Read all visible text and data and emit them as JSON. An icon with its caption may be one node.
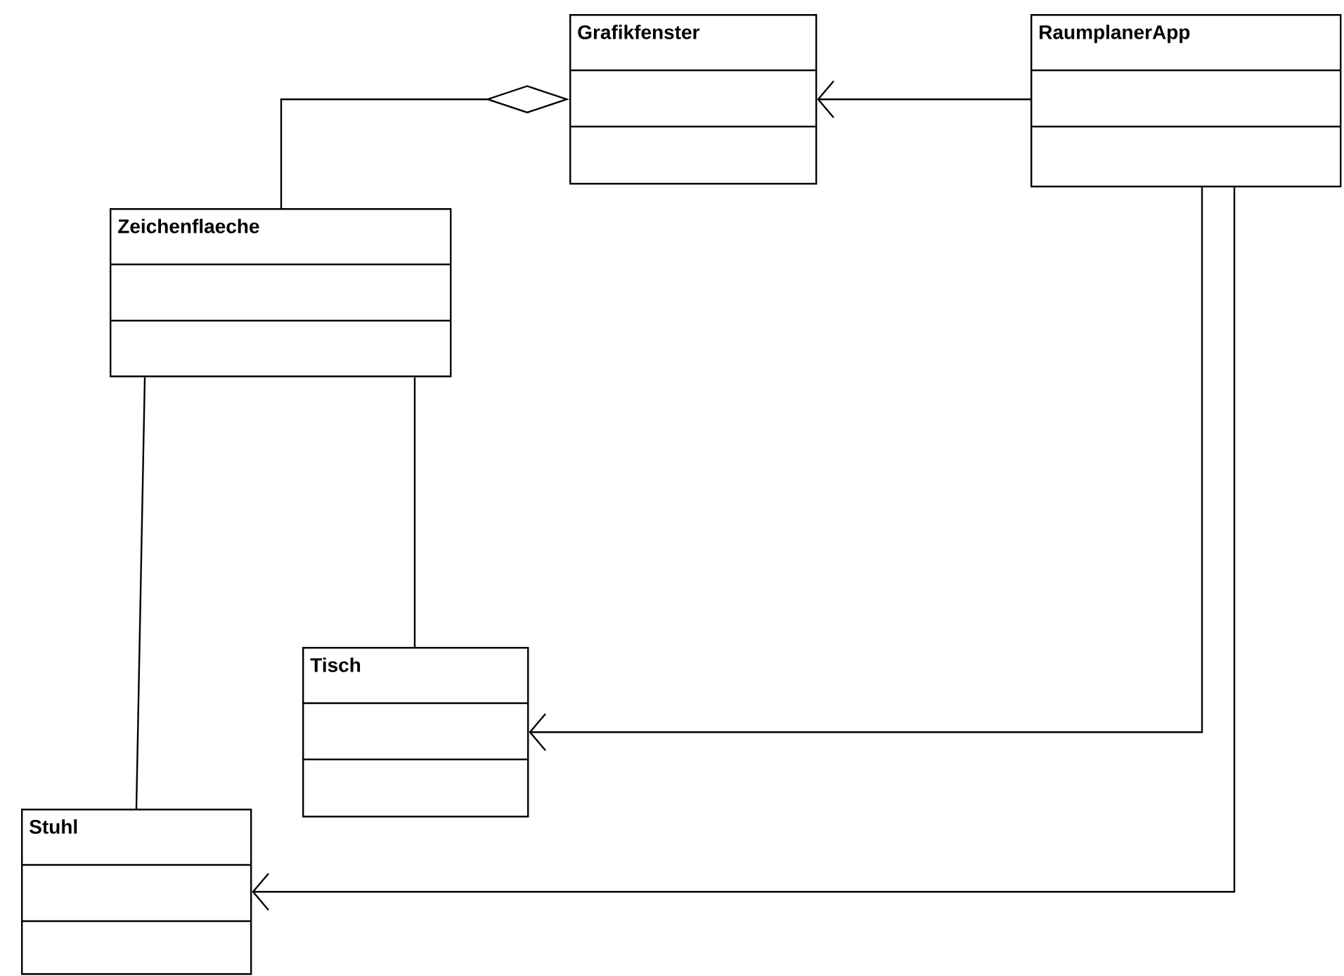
{
  "diagram": {
    "nodes": [
      {
        "text": [
          "Grafikfenster"
        ]
      },
      {
        "text": [
          "RaumplanerApp"
        ]
      },
      {
        "text": [
          "Zeichenflaeche"
        ]
      },
      {
        "text": [
          "Tisch"
        ]
      },
      {
        "text": [
          "Stuhl"
        ]
      }
    ],
    "edges": [
      {
        "from": 2,
        "to": 0,
        "arrow": "other"
      },
      {
        "from": 1,
        "to": 0,
        "arrow": "to"
      },
      {
        "from": 2,
        "to": 3,
        "arrow": "none"
      },
      {
        "from": 2,
        "to": 4,
        "arrow": "none"
      },
      {
        "from": 1,
        "to": 3,
        "arrow": "to"
      },
      {
        "from": 1,
        "to": 4,
        "arrow": "to"
      }
    ]
  }
}
